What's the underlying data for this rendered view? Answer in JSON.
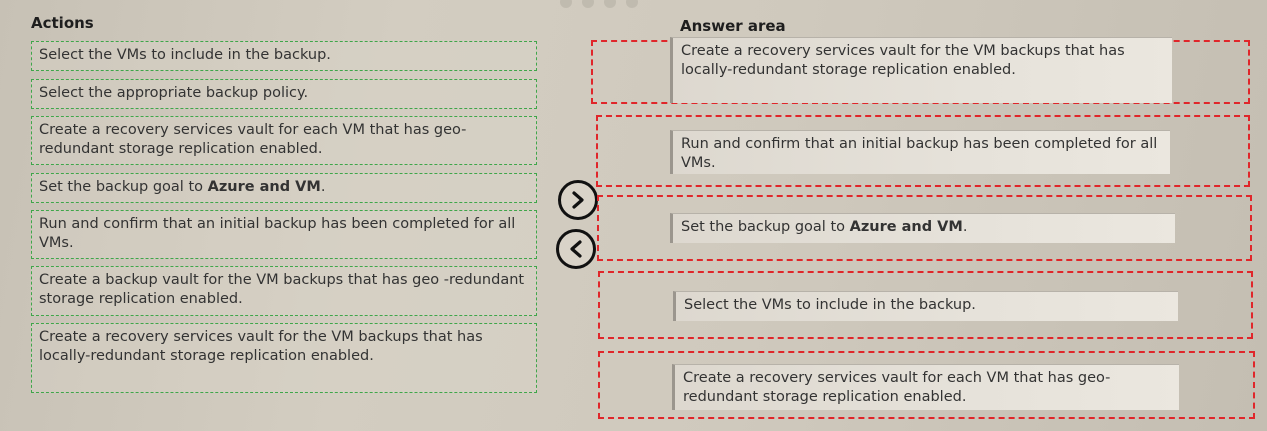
{
  "actions": {
    "heading": "Actions",
    "items": [
      {
        "pre": "Select the VMs to include in the backup.",
        "bold": "",
        "post": ""
      },
      {
        "pre": "Select the appropriate backup policy.",
        "bold": "",
        "post": ""
      },
      {
        "pre": "Create a recovery services vault for each VM that has geo-redundant storage replication enabled.",
        "bold": "",
        "post": ""
      },
      {
        "pre": "Set the backup goal to ",
        "bold": "Azure and VM",
        "post": "."
      },
      {
        "pre": "Run and confirm that an initial backup has been completed for all VMs.",
        "bold": "",
        "post": ""
      },
      {
        "pre": "Create a backup vault for the VM backups that has geo -redundant storage replication enabled.",
        "bold": "",
        "post": ""
      },
      {
        "pre": "Create a recovery services vault for the VM backups that has locally-redundant storage replication enabled.",
        "bold": "",
        "post": ""
      }
    ]
  },
  "answer": {
    "heading": "Answer area",
    "items": [
      {
        "pre": "Create a recovery services vault for the VM backups that has locally-redundant storage replication enabled.",
        "bold": "",
        "post": ""
      },
      {
        "pre": "Run and confirm that an initial backup has been completed for all VMs.",
        "bold": "",
        "post": ""
      },
      {
        "pre": "Set the backup goal to ",
        "bold": "Azure and VM",
        "post": "."
      },
      {
        "pre": "Select the VMs to include in the backup.",
        "bold": "",
        "post": ""
      },
      {
        "pre": "Create a recovery services vault for each VM that has geo-redundant storage replication enabled.",
        "bold": "",
        "post": ""
      }
    ]
  },
  "controls": {
    "move_right_icon": "chevron-right",
    "move_left_icon": "chevron-left"
  },
  "colors": {
    "action_border": "#3fa64a",
    "slot_border": "#e0262a"
  }
}
